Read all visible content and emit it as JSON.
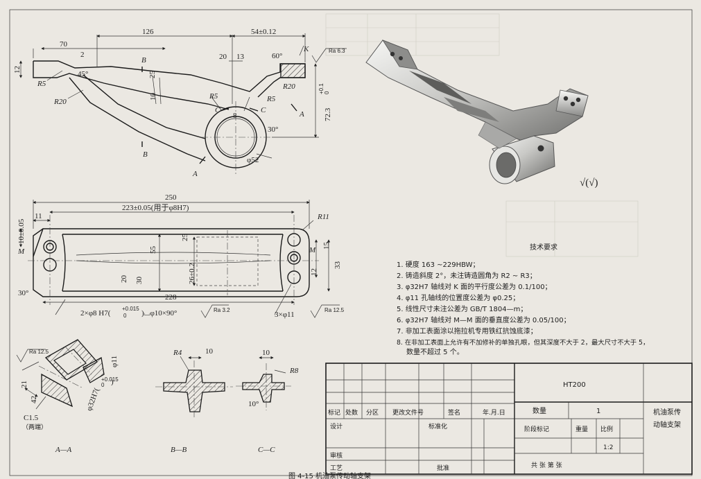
{
  "front_view": {
    "dims": [
      "126",
      "54±0.12",
      "70",
      "20",
      "13",
      "60°",
      "2",
      "45°",
      "25",
      "10",
      "12",
      "R5",
      "R20",
      "R5",
      "R5",
      "R20",
      "8",
      "30°",
      "φ52",
      "72.3",
      "+0.1",
      "0",
      "K",
      "Ra 6.3",
      "B",
      "B",
      "C",
      "C",
      "A",
      "A"
    ]
  },
  "top_view": {
    "dims": [
      "250",
      "223±0.05(用于φ8H7)",
      "11",
      "R11",
      "10±0.05",
      "M",
      "M",
      "55",
      "25",
      "26±0.2",
      "20",
      "30",
      "12",
      "15",
      "33",
      "30°",
      "228"
    ],
    "hole_note_1": "2×φ8  H7(",
    "hole_note_1_tol": "+0.015",
    "hole_note_1_tol2": "0",
    "hole_note_1_tail": ")⌴φ10×90°",
    "ra_1": "Ra 3.2",
    "hole_note_2": "3×φ11",
    "ra_2": "Ra 12.5"
  },
  "section_aa": {
    "label": "A—A",
    "ra": "Ra 12.5",
    "dims": [
      "φ11",
      "φ32H7(",
      "+0.015",
      "0",
      ")",
      "21",
      "42",
      "C1.5",
      "（两端）"
    ]
  },
  "section_bb": {
    "label": "B—B",
    "dims": [
      "R4",
      "10"
    ]
  },
  "section_cc": {
    "label": "C—C",
    "dims": [
      "R8",
      "10",
      "10°"
    ]
  },
  "roughness_symbol": "√(√)",
  "tech_requirements": {
    "heading": "技术要求",
    "items": [
      "1. 硬度 163 ~229HBW；",
      "2. 铸造斜度 2°，未注铸造圆角为 R2 ~ R3；",
      "3. φ32H7 轴线对 K 面的平行度公差为 0.1/100；",
      "4. φ11 孔轴线的位置度公差为 φ0.25；",
      "5. 线性尺寸未注公差为 GB/T 1804—m；",
      "6. φ32H7 轴线对 M—M 面的垂直度公差为 0.05/100；",
      "7. 非加工表面涂以拖拉机专用铁红抗蚀底漆；",
      "8. 在非加工表面上允许有不加修补的单独孔眼，但其深度不大于 2，最大尺寸不大于 5，",
      "数量不超过 5 个。"
    ]
  },
  "title_block": {
    "material": "HT200",
    "quantity_label": "数量",
    "quantity": "1",
    "part_name_line1": "机油泵传",
    "part_name_line2": "动轴支架",
    "stage_mark": "阶段标记",
    "weight": "重量",
    "scale_label": "比例",
    "scale": "1:2",
    "sheet_info": "共    张  第    张",
    "revision_headers": [
      "标记",
      "处数",
      "分区",
      "更改文件号",
      "签名",
      "年.月.日"
    ],
    "design": "设计",
    "standardize": "标准化",
    "review": "审核",
    "process": "工艺",
    "approve": "批准"
  },
  "caption": "图 4-15  机油泵传动轴支架"
}
